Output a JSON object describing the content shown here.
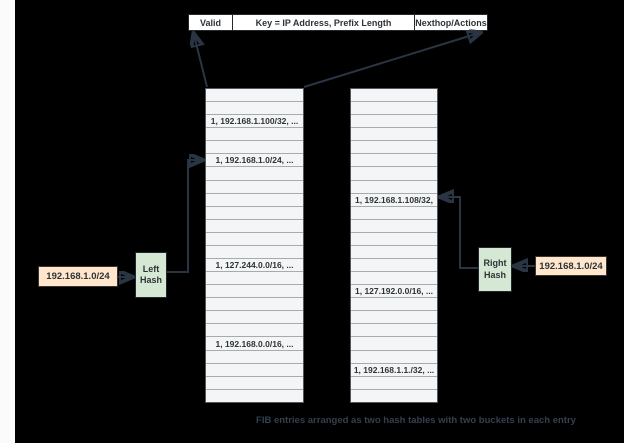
{
  "colors": {
    "canvas_background": "#000000",
    "left_strip": "#fbfbfb",
    "row_fill": "#f4f5f6",
    "row_line": "#a7abb0",
    "table_border": "#53585f",
    "arrow": "#2a3544",
    "orange_fill": "#ffe6cc",
    "orange_border": "#3a352c",
    "green_fill": "#d5e8d4",
    "green_border": "#22272d",
    "text_dark": "#2d3436",
    "caption_color": "#33404f",
    "header_fill": "#ffffff",
    "header_border": "#23282e"
  },
  "header_row": {
    "cells": [
      {
        "label": "Valid"
      },
      {
        "label": "Key = IP Address, Prefix Length"
      },
      {
        "label": "Nexthop/Actions"
      }
    ]
  },
  "left_table": {
    "rows": [
      {
        "text": ""
      },
      {
        "text": ""
      },
      {
        "text": "1, 192.168.1.100/32, ..."
      },
      {
        "text": ""
      },
      {
        "text": ""
      },
      {
        "text": "1, 192.168.1.0/24, ..."
      },
      {
        "text": ""
      },
      {
        "text": ""
      },
      {
        "text": ""
      },
      {
        "text": ""
      },
      {
        "text": ""
      },
      {
        "text": ""
      },
      {
        "text": ""
      },
      {
        "text": "1, 127.244.0.0/16, ..."
      },
      {
        "text": ""
      },
      {
        "text": ""
      },
      {
        "text": ""
      },
      {
        "text": ""
      },
      {
        "text": ""
      },
      {
        "text": "1, 192.168.0.0/16, ..."
      },
      {
        "text": ""
      },
      {
        "text": ""
      },
      {
        "text": ""
      },
      {
        "text": ""
      }
    ]
  },
  "right_table": {
    "rows": [
      {
        "text": ""
      },
      {
        "text": ""
      },
      {
        "text": ""
      },
      {
        "text": ""
      },
      {
        "text": ""
      },
      {
        "text": ""
      },
      {
        "text": ""
      },
      {
        "text": ""
      },
      {
        "text": "1, 192.168.1.108/32,"
      },
      {
        "text": ""
      },
      {
        "text": ""
      },
      {
        "text": ""
      },
      {
        "text": ""
      },
      {
        "text": ""
      },
      {
        "text": ""
      },
      {
        "text": "1, 127.192.0.0/16, ..."
      },
      {
        "text": ""
      },
      {
        "text": ""
      },
      {
        "text": ""
      },
      {
        "text": ""
      },
      {
        "text": ""
      },
      {
        "text": "1, 192.168.1.1./32, ..."
      },
      {
        "text": ""
      },
      {
        "text": ""
      }
    ]
  },
  "left_flow": {
    "input_label": "192.168.1.0/24",
    "hash_label": "Left\nHash"
  },
  "right_flow": {
    "input_label": "192.168.1.0/24",
    "hash_label": "Right\nHash"
  },
  "caption": "FIB entries arranged as two hash tables with two buckets in each entry"
}
